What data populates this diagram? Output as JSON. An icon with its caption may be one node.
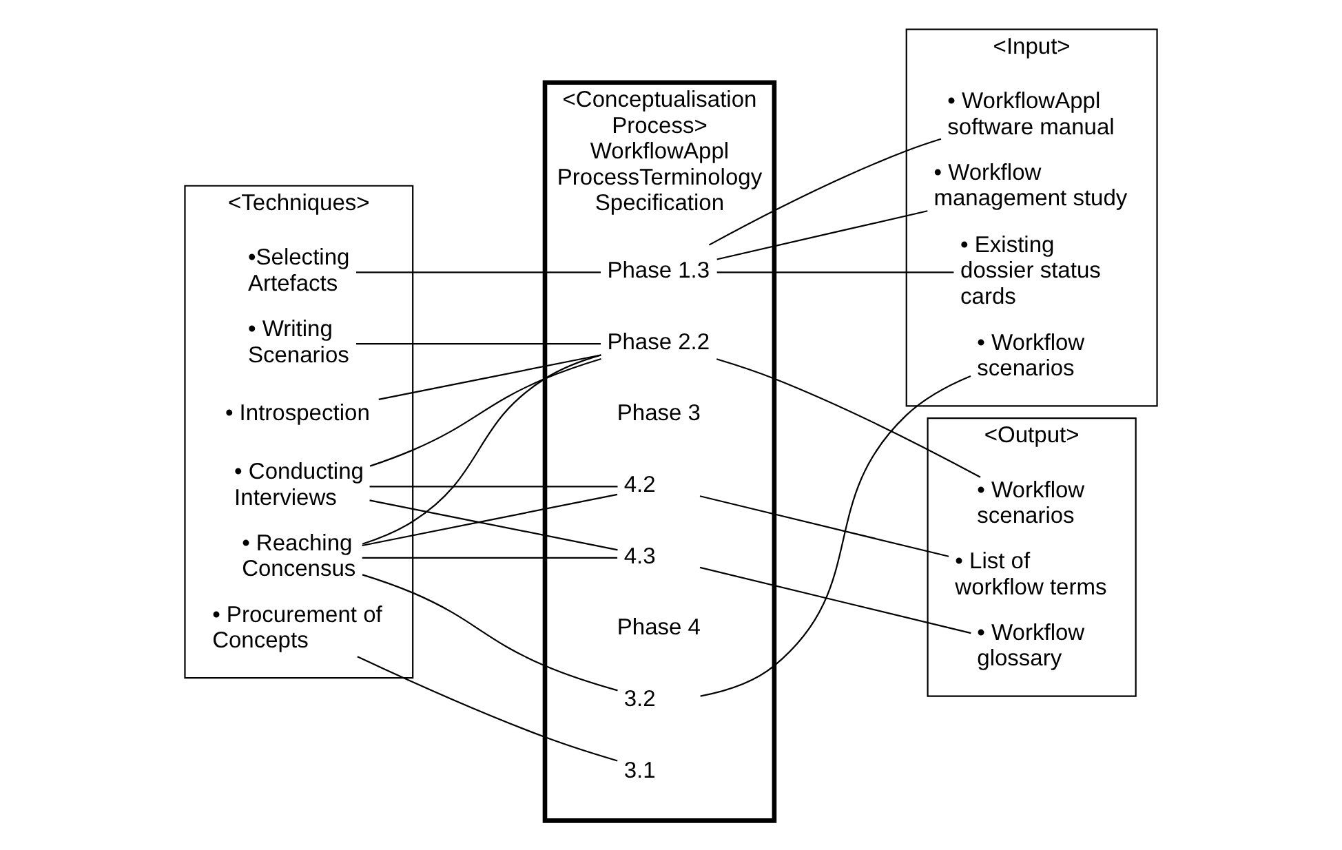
{
  "diagram": {
    "nodes": [
      {
        "text": [
          "<Techniques>"
        ]
      },
      {
        "text": [
          "•Selecting Artefacts"
        ],
        "in": 0
      },
      {
        "text": [
          "• Writing Scenarios"
        ],
        "in": 0
      },
      {
        "text": [
          "• Conducting Interviews"
        ],
        "in": 0
      },
      {
        "text": [
          "• Introspection"
        ],
        "in": 0
      },
      {
        "text": [
          "• Procurement of Concepts"
        ],
        "in": 0
      },
      {
        "text": [
          "• Reaching Concensus"
        ],
        "in": 0
      },
      {
        "text": [
          "<Conceptualisation Process>",
          "WorkflowAppl ProcessTerminology Specification"
        ]
      },
      {
        "text": [
          "Phase 1.3"
        ],
        "in": 7
      },
      {
        "text": [
          "Phase 2.2"
        ],
        "in": 7
      },
      {
        "text": [
          "Phase 3"
        ],
        "in": 7
      },
      {
        "text": [
          "3.1"
        ],
        "in": 7
      },
      {
        "text": [
          "3.2"
        ],
        "in": 7
      },
      {
        "text": [
          "Phase 4"
        ],
        "in": 7
      },
      {
        "text": [
          "4.2"
        ],
        "in": 7
      },
      {
        "text": [
          "4.3"
        ],
        "in": 7
      },
      {
        "text": [
          "<Input>"
        ]
      },
      {
        "text": [
          "• Existing dossier status cards"
        ],
        "in": 16
      },
      {
        "text": [
          "• WorkflowAppl software manual"
        ],
        "in": 16
      },
      {
        "text": [
          "• Workflow management study"
        ],
        "in": 16
      },
      {
        "text": [
          "• Workflow scenarios"
        ],
        "in": 16
      },
      {
        "text": [
          "<Output>"
        ]
      },
      {
        "text": [
          "• Workflow scenarios"
        ],
        "in": 21
      },
      {
        "text": [
          "• List of workflow terms"
        ],
        "in": 21
      },
      {
        "text": [
          "• Workflow glossary"
        ],
        "in": 21
      }
    ],
    "edges": [
      {
        "from": 1,
        "to": 8,
        "arrow": "none"
      },
      {
        "from": 2,
        "to": 9,
        "arrow": "none"
      },
      {
        "from": 3,
        "to": 9,
        "arrow": "none"
      },
      {
        "from": 3,
        "to": 14,
        "arrow": "none"
      },
      {
        "from": 3,
        "to": 15,
        "arrow": "none"
      },
      {
        "from": 4,
        "to": 9,
        "arrow": "none"
      },
      {
        "from": 5,
        "to": 11,
        "arrow": "none"
      },
      {
        "from": 6,
        "to": 9,
        "arrow": "none"
      },
      {
        "from": 6,
        "to": 12,
        "arrow": "none"
      },
      {
        "from": 6,
        "to": 14,
        "arrow": "none"
      },
      {
        "from": 6,
        "to": 15,
        "arrow": "none"
      },
      {
        "from": 8,
        "to": 17,
        "arrow": "none"
      },
      {
        "from": 8,
        "to": 18,
        "arrow": "none"
      },
      {
        "from": 8,
        "to": 19,
        "arrow": "none"
      },
      {
        "from": 12,
        "to": 20,
        "arrow": "none"
      },
      {
        "from": 9,
        "to": 22,
        "arrow": "none"
      },
      {
        "from": 14,
        "to": 23,
        "arrow": "none"
      },
      {
        "from": 15,
        "to": 24,
        "arrow": "none"
      }
    ]
  }
}
